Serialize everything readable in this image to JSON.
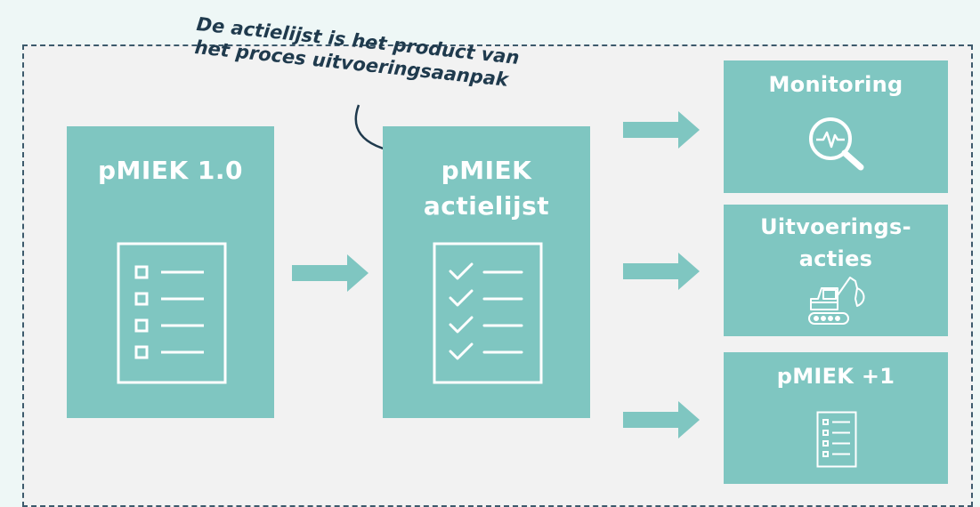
{
  "callout": {
    "line1": "De actielijst is het product van",
    "line2": "het proces uitvoeringsaanpak"
  },
  "boxes": {
    "pmiek10": {
      "title": "pMIEK 1.0"
    },
    "actielijst": {
      "title_line1": "pMIEK",
      "title_line2": "actielijst"
    },
    "monitoring": {
      "title": "Monitoring"
    },
    "uitvoeringsacties": {
      "title_line1": "Uitvoerings-",
      "title_line2": "acties"
    },
    "pmiek_plus1": {
      "title": "pMIEK +1"
    }
  },
  "icons": {
    "pmiek10": "checklist-empty-icon",
    "actielijst": "checklist-checked-icon",
    "monitoring": "magnifier-pulse-icon",
    "uitvoeringsacties": "excavator-icon",
    "pmiek_plus1": "checklist-small-icon"
  },
  "colors": {
    "box": "#7fc6c1",
    "arrow": "#7fc6c1",
    "frame": "#3d5a6c",
    "callout_text": "#1f3a4d"
  }
}
